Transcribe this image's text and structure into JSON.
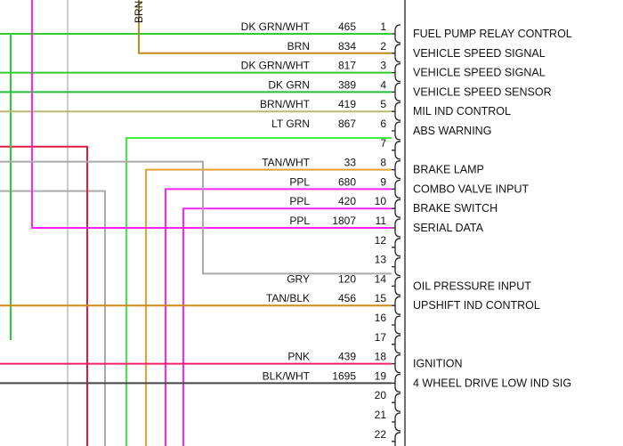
{
  "top_label": "BRN",
  "colors": {
    "dk_grn_wht": "#2ecc2e",
    "brn": "#c08a1a",
    "dk_grn": "#1fbf3a",
    "brn_wht": "#b8b870",
    "lt_grn": "#3cf03c",
    "tan_wht": "#e8a030",
    "ppl": "#ff22ff",
    "gry": "#aaaaaa",
    "tan_blk": "#d08a1a",
    "pnk": "#ff1f6a",
    "blk_wht": "#444444",
    "red": "#e8183c",
    "light_gray": "#cccccc",
    "connector": "#222222"
  },
  "pins": [
    {
      "num": "1",
      "wire": "DK GRN/WHT",
      "circuit": "465",
      "function": "FUEL PUMP RELAY CONTROL"
    },
    {
      "num": "2",
      "wire": "BRN",
      "circuit": "834",
      "function": "VEHICLE SPEED SIGNAL"
    },
    {
      "num": "3",
      "wire": "DK GRN/WHT",
      "circuit": "817",
      "function": "VEHICLE SPEED SIGNAL"
    },
    {
      "num": "4",
      "wire": "DK GRN",
      "circuit": "389",
      "function": "VEHICLE SPEED SENSOR"
    },
    {
      "num": "5",
      "wire": "BRN/WHT",
      "circuit": "419",
      "function": "MIL IND CONTROL"
    },
    {
      "num": "6",
      "wire": "LT GRN",
      "circuit": "867",
      "function": "ABS WARNING"
    },
    {
      "num": "7",
      "wire": "",
      "circuit": "",
      "function": ""
    },
    {
      "num": "8",
      "wire": "TAN/WHT",
      "circuit": "33",
      "function": "BRAKE LAMP"
    },
    {
      "num": "9",
      "wire": "PPL",
      "circuit": "680",
      "function": "COMBO VALVE INPUT"
    },
    {
      "num": "10",
      "wire": "PPL",
      "circuit": "420",
      "function": "BRAKE SWITCH"
    },
    {
      "num": "11",
      "wire": "PPL",
      "circuit": "1807",
      "function": "SERIAL DATA"
    },
    {
      "num": "12",
      "wire": "",
      "circuit": "",
      "function": ""
    },
    {
      "num": "13",
      "wire": "",
      "circuit": "",
      "function": ""
    },
    {
      "num": "14",
      "wire": "GRY",
      "circuit": "120",
      "function": "OIL PRESSURE INPUT"
    },
    {
      "num": "15",
      "wire": "TAN/BLK",
      "circuit": "456",
      "function": "UPSHIFT IND CONTROL"
    },
    {
      "num": "16",
      "wire": "",
      "circuit": "",
      "function": ""
    },
    {
      "num": "17",
      "wire": "",
      "circuit": "",
      "function": ""
    },
    {
      "num": "18",
      "wire": "PNK",
      "circuit": "439",
      "function": "IGNITION"
    },
    {
      "num": "19",
      "wire": "BLK/WHT",
      "circuit": "1695",
      "function": "4 WHEEL DRIVE LOW IND SIG"
    },
    {
      "num": "20",
      "wire": "",
      "circuit": "",
      "function": ""
    },
    {
      "num": "21",
      "wire": "",
      "circuit": "",
      "function": ""
    },
    {
      "num": "22",
      "wire": "",
      "circuit": "",
      "function": ""
    }
  ]
}
